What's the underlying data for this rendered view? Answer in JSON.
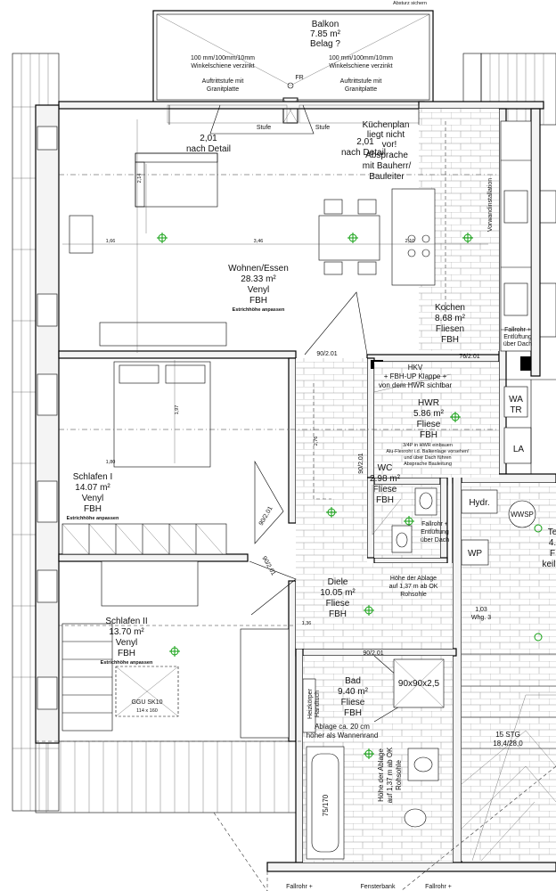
{
  "balcony": {
    "title": "Balkon",
    "area": "7.85 m²",
    "finish": "Belag ?",
    "rail_left_1": "100 mm/100mm/10mm",
    "rail_left_2": "Winkelschiene verzinkt",
    "rail_right_1": "100 mm/100mm/10mm",
    "rail_right_2": "Winkelschiene verzinkt",
    "step_left_1": "Auftrittstufe mit",
    "step_left_2": "Granitplatte",
    "step_right_1": "Auftrittstufe mit",
    "step_right_2": "Granitplatte",
    "fr": "FR"
  },
  "stufe_left": "Stufe",
  "stufe_right": "Stufe",
  "detail_left_1": "2,01",
  "detail_left_2": "nach Detail",
  "detail_right_1": "2,01",
  "detail_right_2": "nach Detail",
  "kitchen_note": [
    "Küchenplan",
    "liegt nicht",
    "vor!",
    "Absprache",
    "mit Bauherr/",
    "Bauleiter"
  ],
  "vorwand": "Vorwandinstallation",
  "living": {
    "name": "Wohnen/Essen",
    "area": "28.33 m²",
    "floor": "Venyl",
    "heating": "FBH",
    "note": "Estrichhöhe anpassen",
    "dim_a": "2,14",
    "dim_b": "1,66",
    "dim_c": "3,46",
    "dim_d": "2,10"
  },
  "kitchen": {
    "name": "Kochen",
    "area": "8.68 m²",
    "floor": "Fliesen",
    "heating": "FBH",
    "fallrohr_1": "Fallrohr +",
    "fallrohr_2": "Entlüftung",
    "fallrohr_3": "über Dach"
  },
  "hwr": {
    "name": "HWR",
    "area": "5.86 m²",
    "floor": "Fliese",
    "heating": "FBH",
    "hkv_1": "HKV",
    "hkv_2": "+ FBH-UP Klappe +",
    "hkv_3": "von dem HWR sichtbar",
    "note_1": "3/4P in HWR einbauen",
    "note_2": "Alu-Flexrohr i.d. Balkenlage vorsehen!",
    "note_3": "und über Dach führen",
    "note_4": "Absprache Bauleitung",
    "door": "76/2.01",
    "wa": "WA",
    "tr": "TR",
    "la": "LA"
  },
  "sleep1": {
    "name": "Schlafen I",
    "area": "14.07 m²",
    "floor": "Venyl",
    "heating": "FBH",
    "note": "Estrichhöhe anpassen",
    "dim_a": "1,97",
    "dim_b": "1,80"
  },
  "sleep2": {
    "name": "Schlafen II",
    "area": "13.70 m²",
    "floor": "Venyl",
    "heating": "FBH",
    "note": "Estrichhöhe anpassen",
    "skylight_1": "GGU SK10",
    "skylight_2": "114 x 160"
  },
  "wc": {
    "name": "WC",
    "area": "2.98 m²",
    "floor": "Fliese",
    "heating": "FBH",
    "fallrohr_1": "Fallrohr +",
    "fallrohr_2": "Entlüftung",
    "fallrohr_3": "über Dach"
  },
  "diele": {
    "name": "Diele",
    "area": "10.05 m²",
    "floor": "Fliese",
    "heating": "FBH",
    "ablage_1": "Höhe der Ablage",
    "ablage_2": "auf 1,37 m ab OK",
    "ablage_3": "Rohsohle",
    "dim_a": "1,36",
    "dim_b": "2,76"
  },
  "bath": {
    "name": "Bad",
    "area": "9.40 m²",
    "floor": "Fliese",
    "heating": "FBH",
    "shower": "90x90x2,5",
    "tub": "75/170",
    "ablage_1": "Ablage ca. 20 cm",
    "ablage_2": "höher als Wannenrand",
    "heizkoerper_1": "Heizkörper",
    "heizkoerper_2": "Handtuch",
    "side_1": "Höhe der Ablage",
    "side_2": "auf 1,37 m ab OK",
    "side_3": "Rohsohle"
  },
  "doors": {
    "d1": "90/2.01",
    "d2": "90/2.01",
    "d3": "90/2.01",
    "d4": "90/2.01",
    "d5": "90/2.01"
  },
  "neighbour": {
    "hydr": "Hydr.",
    "wwsp": "WWSP",
    "wp": "WP",
    "whg": "Whg. 3",
    "whg_dim": "1,03",
    "stair_1": "15 STG",
    "stair_2": "18,4/28,0",
    "partial_1": "Te",
    "partial_2": "4.",
    "partial_3": "F",
    "partial_4": "keil"
  },
  "bottom": {
    "fallrohr_left": "Fallrohr +",
    "fensterbank": "Fensterbank",
    "fallrohr_right": "Fallrohr +"
  },
  "top_note": "Absturz sichern"
}
